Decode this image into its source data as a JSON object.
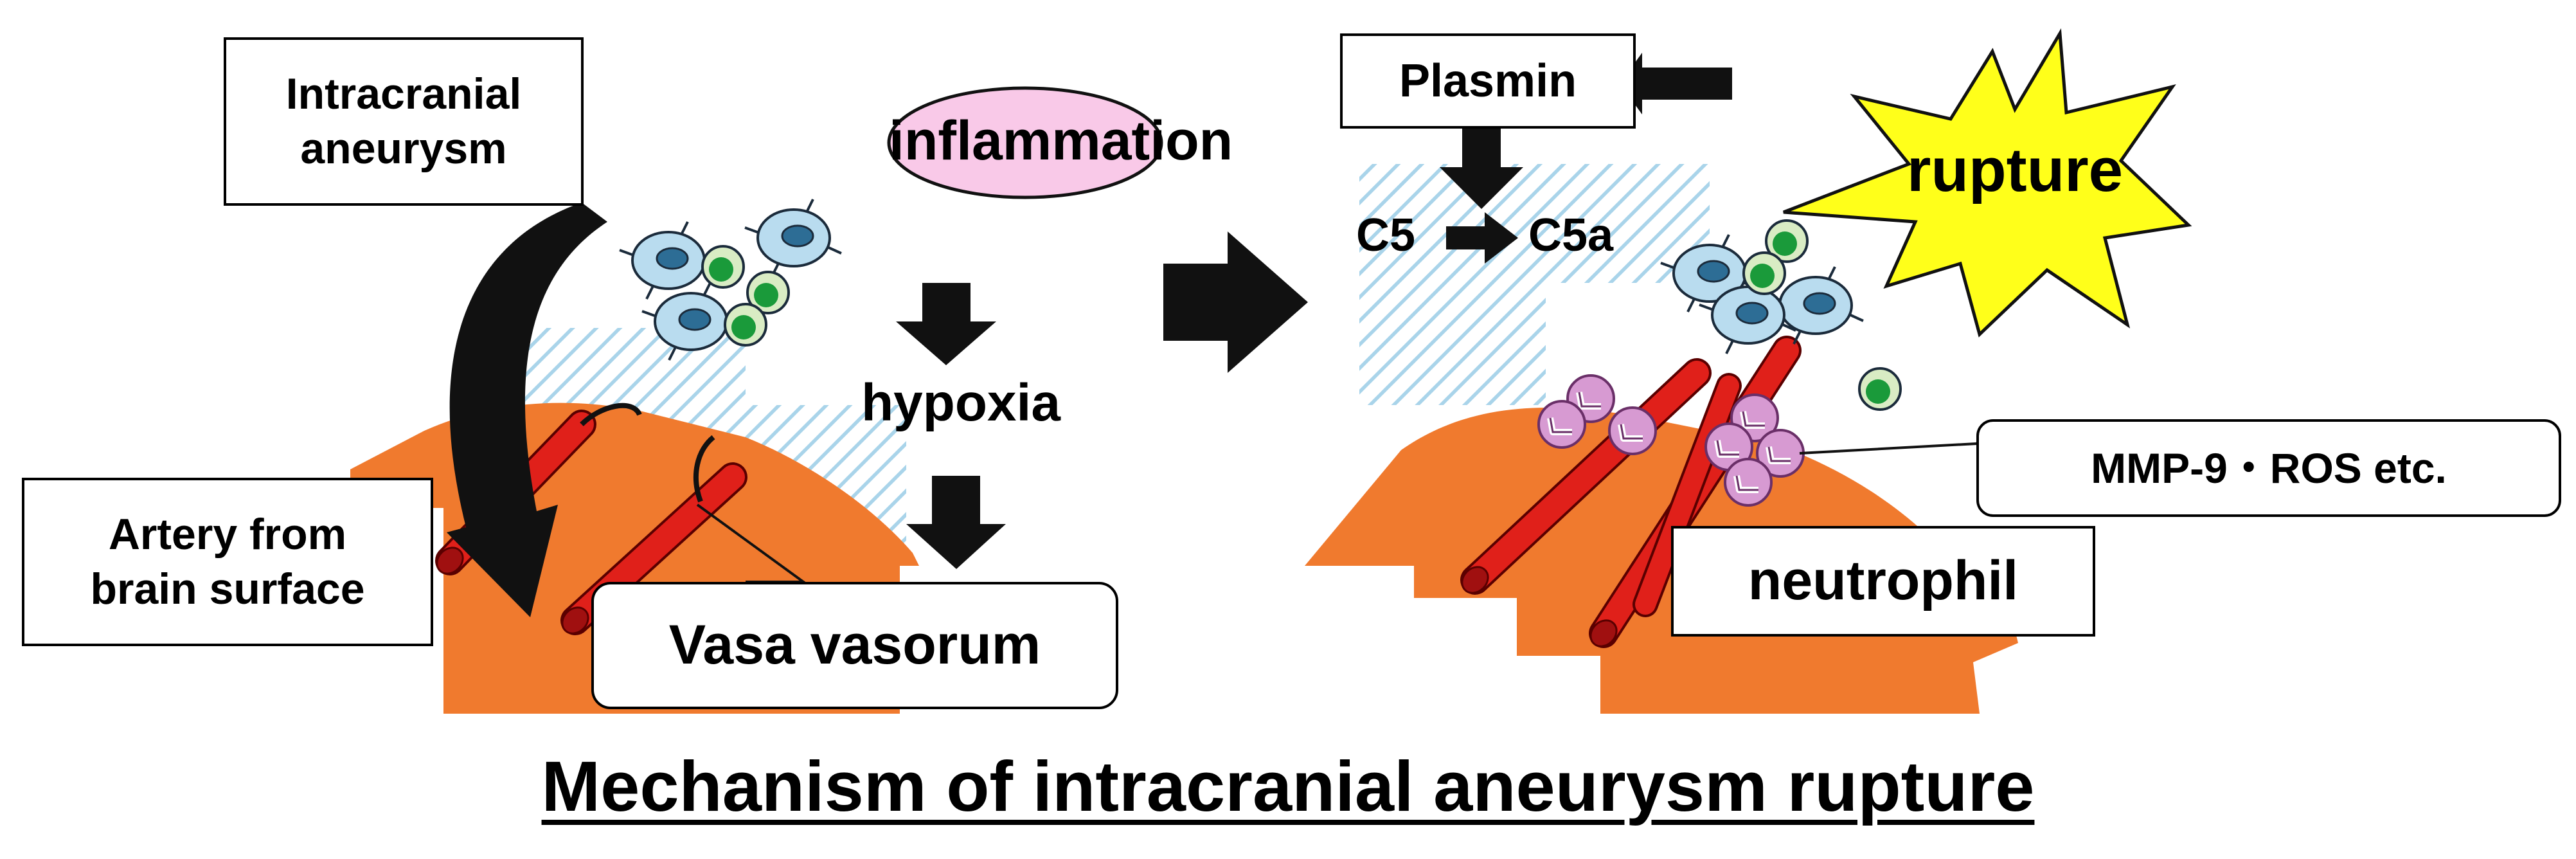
{
  "diagram": {
    "title": "Mechanism of intracranial aneurysm rupture",
    "left_panel": {
      "aneurysm_label_line1": "Intracranial",
      "aneurysm_label_line2": "aneurysm",
      "inflammation_label": "inflammation",
      "hypoxia_label": "hypoxia",
      "artery_label_line1": "Artery from",
      "artery_label_line2": "brain surface",
      "vasa_label": "Vasa vasorum"
    },
    "right_panel": {
      "plasmin_label": "Plasmin",
      "c5_label": "C5",
      "c5a_label": "C5a",
      "rupture_label": "rupture",
      "mmp_label": "MMP-9・ROS etc.",
      "neutrophil_label": "neutrophil"
    },
    "colors": {
      "tissue": "#f07a2e",
      "vessel": "#e0201a",
      "hatch": "#a9d4ea",
      "macrophage": "#b9dcef",
      "macrophage_nucleus": "#2d6d95",
      "lymphocyte": "#1a9a3a",
      "lymphocyte_ring": "#d9ecc4",
      "neutrophil": "#d79ad2",
      "rupture_burst": "#ffff1a",
      "inflammation_bubble": "#f9c9e8"
    }
  }
}
